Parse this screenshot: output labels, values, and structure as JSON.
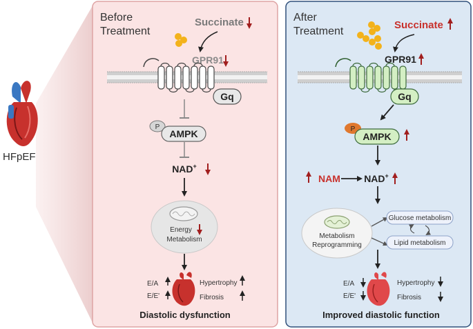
{
  "left_label": "HFpEF",
  "before": {
    "title_line1": "Before",
    "title_line2": "Treatment",
    "succinate": "Succinate",
    "receptor": "GPR91",
    "gq": "Gq",
    "p": "P",
    "ampk": "AMPK",
    "nad": "NAD",
    "nad_sup": "+",
    "energy_line1": "Energy",
    "energy_line2": "Metabolism",
    "ea": "E/A",
    "ee": "E/E'",
    "hypertrophy": "Hypertrophy",
    "fibrosis": "Fibrosis",
    "outcome": "Diastolic dysfunction"
  },
  "after": {
    "title_line1": "After",
    "title_line2": "Treatment",
    "succinate": "Succinate",
    "receptor": "GPR91",
    "gq": "Gq",
    "p": "P",
    "ampk": "AMPK",
    "nam": "NAM",
    "nad": "NAD",
    "nad_sup": "+",
    "reprog_line1": "Metabolism",
    "reprog_line2": "Reprogramming",
    "glucose": "Glucose metabolism",
    "lipid": "Lipid metabolism",
    "ea": "E/A",
    "ee": "E/E'",
    "hypertrophy": "Hypertrophy",
    "fibrosis": "Fibrosis",
    "outcome": "Improved diastolic function"
  },
  "colors": {
    "before_bg": "#fbe4e4",
    "before_border": "#dea3a3",
    "after_bg": "#dce8f4",
    "after_border": "#2f4f7a",
    "arrow_red": "#a11e1e",
    "succinate_gray": "#7a7a7a",
    "succinate_red": "#c8312c",
    "nam_red": "#c8312c",
    "pill_yellow": "#f3b21b",
    "receptor_before": "#ffffff",
    "receptor_after": "#d4efc4",
    "ampk_after": "#d4efc4",
    "p_after": "#e0782e"
  }
}
